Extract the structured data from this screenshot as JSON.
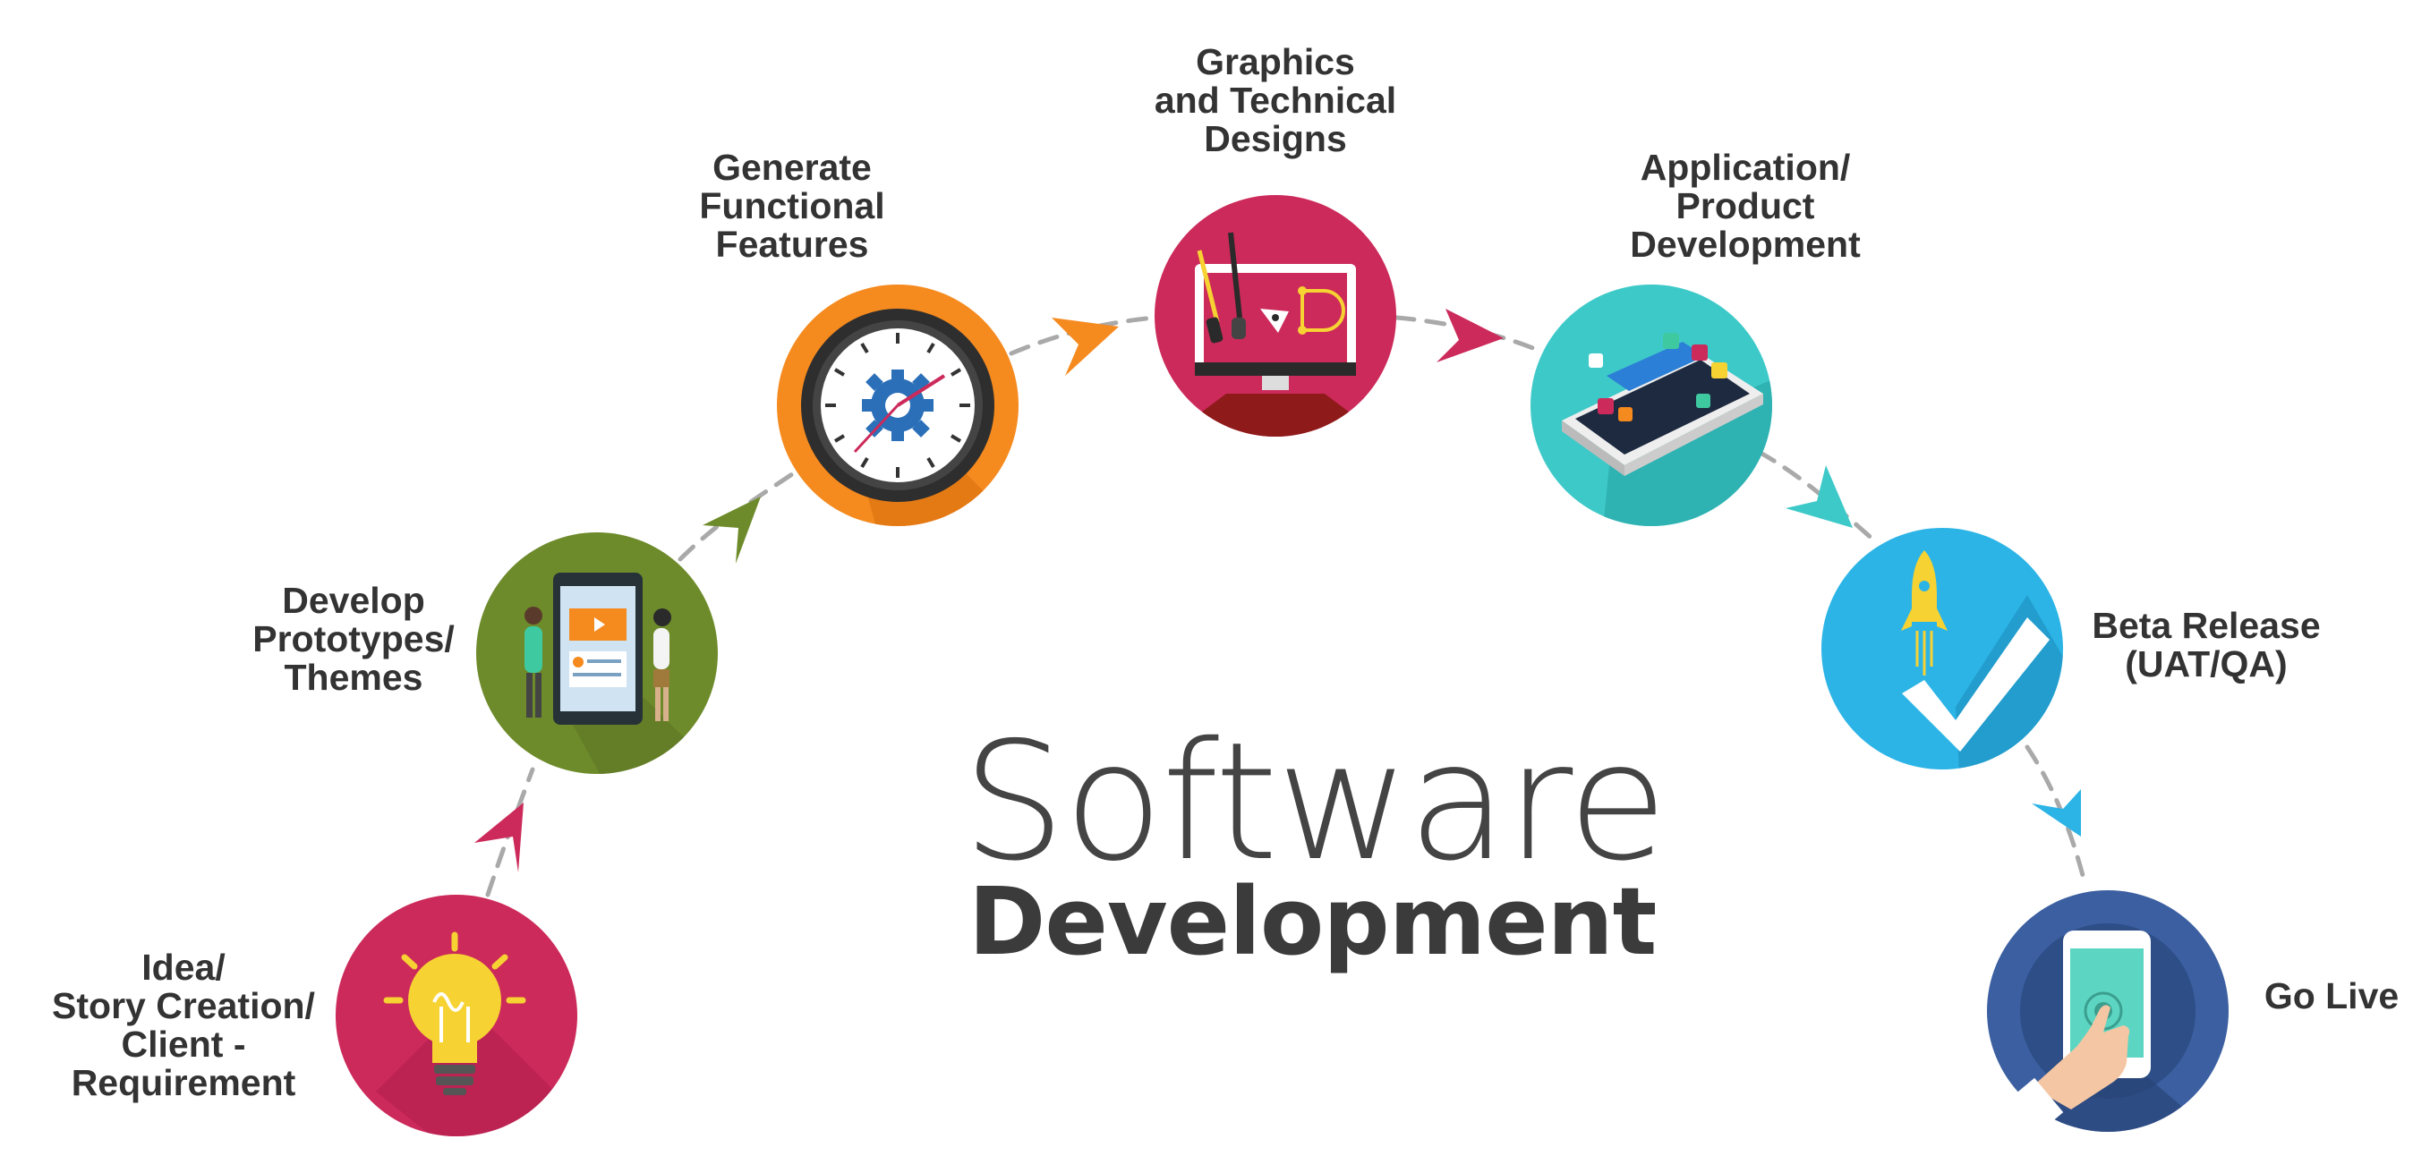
{
  "title": {
    "line1": "Software",
    "line2": "Development"
  },
  "steps": [
    {
      "lines": [
        "Idea/",
        "Story Creation/",
        "Client -",
        "Requirement"
      ],
      "color": "#cc2a5a",
      "icon": "lightbulb-icon"
    },
    {
      "lines": [
        "Develop",
        "Prototypes/",
        "Themes"
      ],
      "color": "#6e8b2b",
      "icon": "prototype-screen-icon"
    },
    {
      "lines": [
        "Generate",
        "Functional",
        "Features"
      ],
      "color": "#f58a1f",
      "icon": "clock-gear-icon"
    },
    {
      "lines": [
        "Graphics",
        "and Technical",
        "Designs"
      ],
      "color": "#cc2a5a",
      "icon": "design-monitor-icon"
    },
    {
      "lines": [
        "Application/",
        "Product",
        "Development"
      ],
      "color": "#3ec9c9",
      "icon": "smartphone-apps-icon"
    },
    {
      "lines": [
        "Beta Release",
        "(UAT/QA)"
      ],
      "color": "#2cb4e6",
      "icon": "rocket-check-icon"
    },
    {
      "lines": [
        "Go Live"
      ],
      "color": "#3b5fa0",
      "icon": "touch-phone-icon"
    }
  ],
  "arrow_colors": [
    "#cc2a5a",
    "#6e8b2b",
    "#f58a1f",
    "#cc2a5a",
    "#3ec9c9",
    "#2cb4e6"
  ],
  "connector_color": "#a9a9a9",
  "text_color": "#333333"
}
